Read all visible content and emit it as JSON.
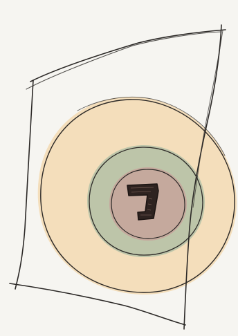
{
  "diagram": {
    "style": "hand-drawn concentric zones sketch",
    "colors": {
      "background": "#f6f5f1",
      "pencil_line": "#2b2826",
      "outer_zone_fill": "#f3dcb7",
      "middle_zone_fill": "#b9c3a8",
      "inner_zone_fill": "#c5a89c",
      "core_mark_fill": "#2e2320"
    },
    "layers": [
      {
        "id": "boundary",
        "shape": "quadrilateral-outline"
      },
      {
        "id": "outer-zone",
        "shape": "circle"
      },
      {
        "id": "middle-zone",
        "shape": "circle"
      },
      {
        "id": "inner-zone",
        "shape": "circle"
      },
      {
        "id": "core-mark",
        "shape": "hook-glyph"
      }
    ]
  }
}
